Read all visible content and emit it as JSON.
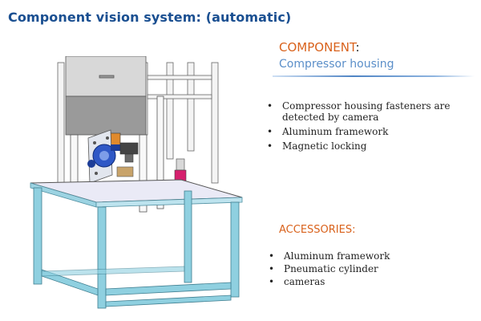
{
  "slide": {
    "title": "Component vision system: (automatic)"
  },
  "component": {
    "heading": "COMPONENT",
    "heading_suffix": ":",
    "name": "Compressor housing",
    "features": [
      "Compressor housing fasteners are detected by camera",
      "Aluminum framework",
      "Magnetic locking"
    ]
  },
  "accessories": {
    "heading": "ACCESSORIES:",
    "items": [
      "Aluminum framework",
      "Pneumatic cylinder",
      "cameras"
    ]
  },
  "colors": {
    "title": "#1a4f91",
    "heading_accent": "#d9621c",
    "component_name": "#5b8fc9",
    "frame": "#7fc6d8"
  }
}
